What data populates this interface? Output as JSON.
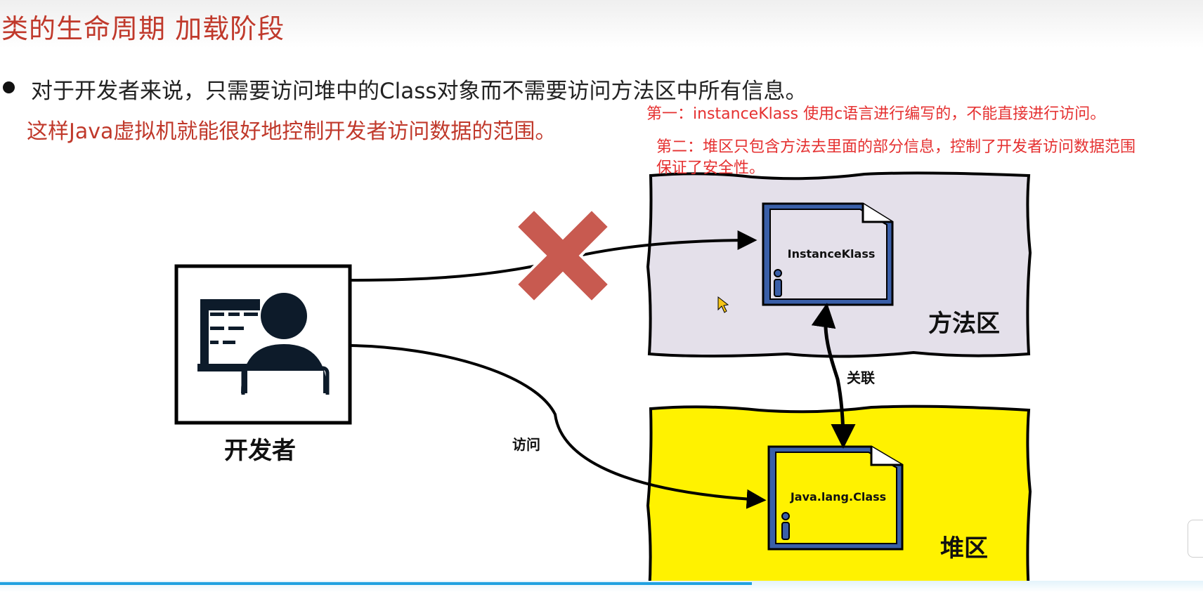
{
  "slide": {
    "title": "类的生命周期 加载阶段",
    "bullet": "对于开发者来说，只需要访问堆中的Class对象而不需要访问方法区中所有信息。",
    "subline": "这样Java虚拟机就能很好地控制开发者访问数据的范围。",
    "notes": [
      "第一：instanceKlass 使用c语言进行编写的，不能直接进行访问。",
      "第二：堆区只包含方法去里面的部分信息，控制了开发者访问数据范围",
      "保证了安全性。"
    ]
  },
  "diagram": {
    "developer_label": "开发者",
    "method_area_label": "方法区",
    "heap_label": "堆区",
    "instance_klass_label": "InstanceKlass",
    "java_class_label": "Java.lang.Class",
    "relation_label": "关联",
    "access_label": "访问"
  },
  "colors": {
    "title_red": "#c0392b",
    "note_red": "#e53030",
    "method_area_fill": "#e4e0ea",
    "heap_fill": "#fff200",
    "doc_border_blue": "#3a5fa8",
    "cross_red": "#c85a50",
    "progress_blue": "#21a1e0"
  },
  "icons": [
    "cross-icon",
    "developer-icon",
    "document-icon",
    "mouse-cursor-icon"
  ],
  "progress": {
    "fraction": 0.625
  }
}
